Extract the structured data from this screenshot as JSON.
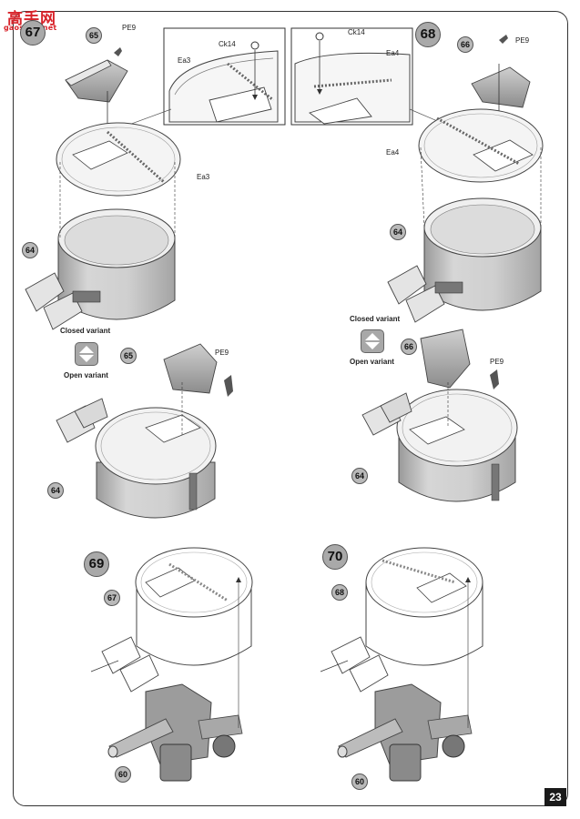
{
  "watermark": {
    "main": "高手网",
    "url": "gaoshou.net"
  },
  "steps": {
    "s67": "67",
    "s68": "68",
    "s69": "69",
    "s70": "70"
  },
  "callouts": {
    "c65a": "65",
    "c66a": "66",
    "c64a": "64",
    "c64b": "64",
    "c65b": "65",
    "c66b": "66",
    "c64c": "64",
    "c64d": "64",
    "c67": "67",
    "c68": "68",
    "c60a": "60",
    "c60b": "60"
  },
  "labels": {
    "pe9_a": "PE9",
    "pe9_b": "PE9",
    "pe9_c": "PE9",
    "pe9_d": "PE9",
    "ck14_a": "Ck14",
    "ck14_b": "Ck14",
    "ea3_inset": "Ea3",
    "ea4_inset": "Ea4",
    "ea3_main": "Ea3",
    "ea4_main": "Ea4"
  },
  "variants": {
    "closed_left": "Closed variant",
    "open_left": "Open variant",
    "closed_right": "Closed variant",
    "open_right": "Open variant"
  },
  "page_number": "23"
}
